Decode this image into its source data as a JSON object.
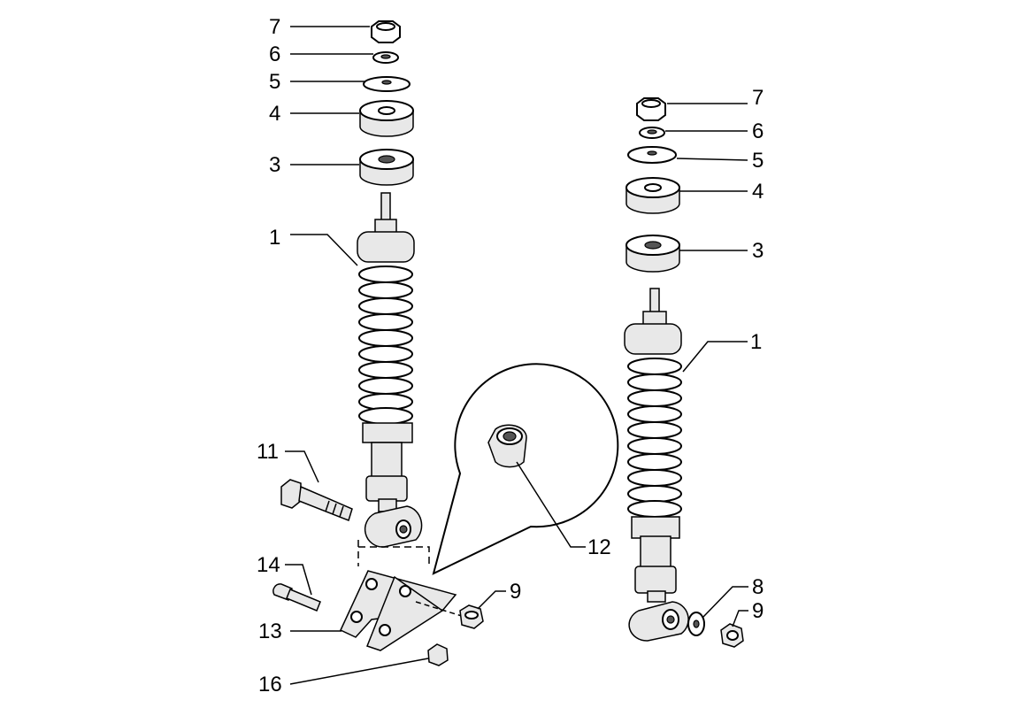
{
  "diagram": {
    "left_assembly": {
      "labels": {
        "nut": "7",
        "lock_washer": "6",
        "washer": "5",
        "upper_bushing": "4",
        "lower_bushing": "3",
        "shock_absorber": "1",
        "bolt": "11",
        "screw": "14",
        "bracket": "13",
        "small_nut": "16",
        "nut_bracket": "9",
        "spacer_detail": "12"
      }
    },
    "right_assembly": {
      "labels": {
        "nut": "7",
        "lock_washer": "6",
        "washer": "5",
        "upper_bushing": "4",
        "lower_bushing": "3",
        "shock_absorber": "1",
        "washer_lower": "8",
        "nut_lower": "9"
      }
    }
  }
}
